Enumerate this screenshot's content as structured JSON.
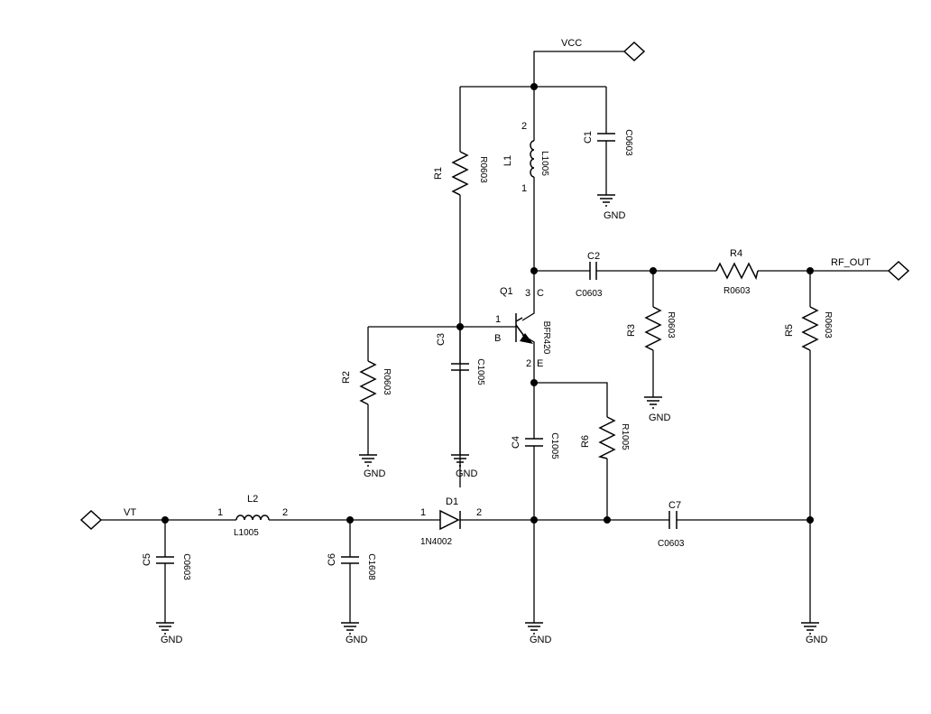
{
  "nets": {
    "vcc": "VCC",
    "rf_out": "RF_OUT",
    "vt": "VT",
    "gnd": "GND"
  },
  "components": {
    "R1": {
      "ref": "R1",
      "value": "R0603"
    },
    "L1": {
      "ref": "L1",
      "value": "L1005",
      "pin_top": "2",
      "pin_bottom": "1"
    },
    "C1": {
      "ref": "C1",
      "value": "C0603"
    },
    "C2": {
      "ref": "C2",
      "value": "C0603"
    },
    "R4": {
      "ref": "R4",
      "value": "R0603"
    },
    "Q1": {
      "ref": "Q1",
      "value": "BFR420",
      "pin_b": "1",
      "pin_b_name": "B",
      "pin_c": "3",
      "pin_c_name": "C",
      "pin_e": "2",
      "pin_e_name": "E"
    },
    "R2": {
      "ref": "R2",
      "value": "R0603"
    },
    "C3": {
      "ref": "C3",
      "value": "C1005"
    },
    "R3": {
      "ref": "R3",
      "value": "R0603"
    },
    "R5": {
      "ref": "R5",
      "value": "R0603"
    },
    "C4": {
      "ref": "C4",
      "value": "C1005"
    },
    "R6": {
      "ref": "R6",
      "value": "R1005"
    },
    "L2": {
      "ref": "L2",
      "value": "L1005",
      "pin_left": "1",
      "pin_right": "2"
    },
    "D1": {
      "ref": "D1",
      "value": "1N4002",
      "pin_left": "1",
      "pin_right": "2"
    },
    "C5": {
      "ref": "C5",
      "value": "C0603"
    },
    "C6": {
      "ref": "C6",
      "value": "C1608"
    },
    "C7": {
      "ref": "C7",
      "value": "C0603"
    }
  },
  "grounds": [
    {
      "id": "gnd-c1",
      "label": "GND"
    },
    {
      "id": "gnd-r3",
      "label": "GND"
    },
    {
      "id": "gnd-r2",
      "label": "GND"
    },
    {
      "id": "gnd-c3",
      "label": "GND"
    },
    {
      "id": "gnd-c5",
      "label": "GND"
    },
    {
      "id": "gnd-c6",
      "label": "GND"
    },
    {
      "id": "gnd-mid",
      "label": "GND"
    },
    {
      "id": "gnd-right",
      "label": "GND"
    }
  ]
}
